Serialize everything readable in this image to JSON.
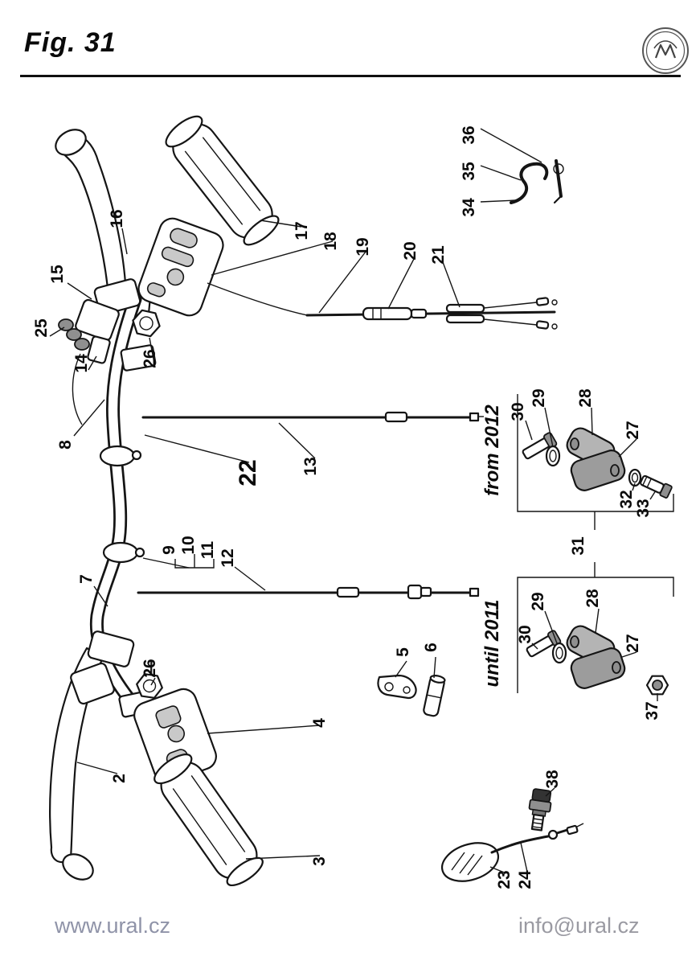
{
  "figure": {
    "title": "Fig. 31"
  },
  "logo": {
    "name": "ural-imz-logo"
  },
  "footer": {
    "website": "www.ural.cz",
    "email": "info@ural.cz"
  },
  "diagram": {
    "variants": {
      "from_2012": "from 2012",
      "until_2011": "until 2011"
    },
    "part_numbers": {
      "2": "2",
      "3": "3",
      "4": "4",
      "5": "5",
      "6": "6",
      "7": "7",
      "8": "8",
      "9": "9",
      "10": "10",
      "11": "11",
      "12": "12",
      "13": "13",
      "14": "14",
      "15": "15",
      "16": "16",
      "17": "17",
      "18": "18",
      "19": "19",
      "20": "20",
      "21": "21",
      "22": "22",
      "23": "23",
      "24": "24",
      "25": "25",
      "26": "26",
      "27": "27",
      "28": "28",
      "29": "29",
      "30": "30",
      "31": "31",
      "32": "32",
      "33": "33",
      "34": "34",
      "35": "35",
      "36": "36",
      "37": "37",
      "38": "38"
    }
  }
}
